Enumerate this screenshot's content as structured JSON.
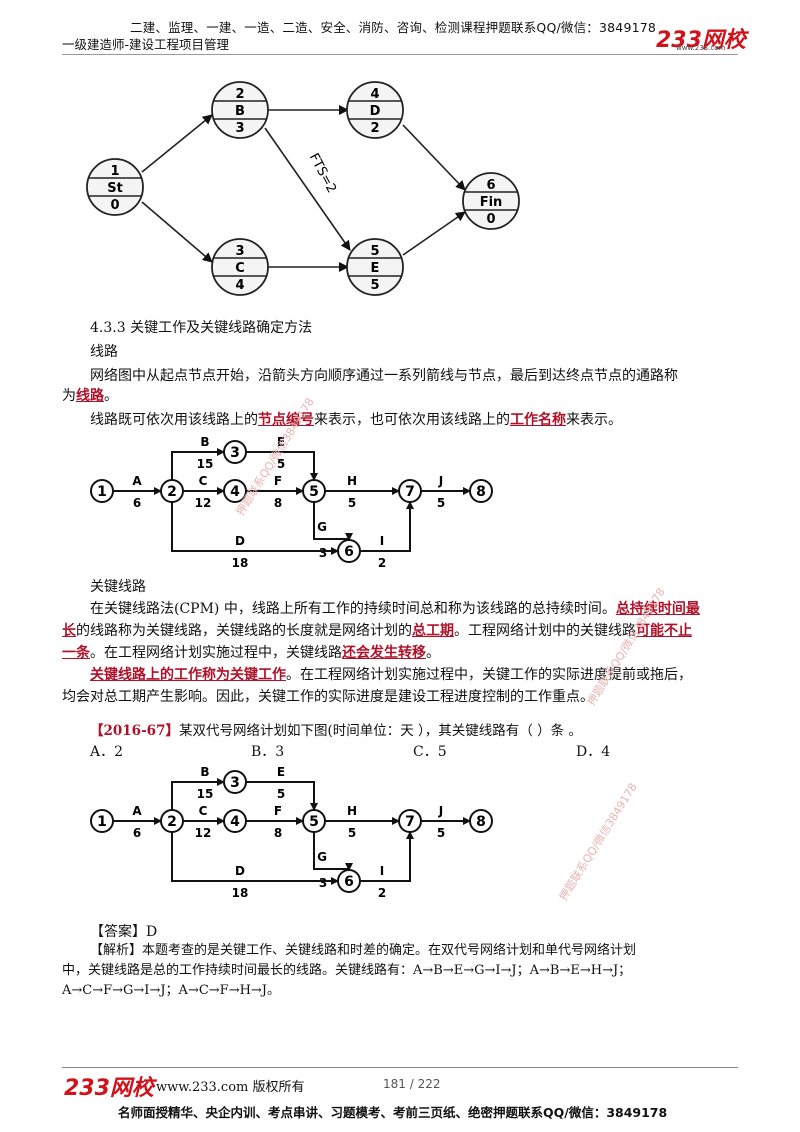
{
  "header": {
    "top_line": "二建、监理、一建、一造、二造、安全、消防、咨询、检测课程押题联系QQ/微信：3849178",
    "subtitle": "一级建造师-建设工程项目管理",
    "logo": "233网校",
    "logo_url": "www.233.com"
  },
  "diagram1": {
    "nodes": [
      {
        "top": "1",
        "label": "St",
        "bottom": "0"
      },
      {
        "top": "2",
        "label": "B",
        "bottom": "3"
      },
      {
        "top": "3",
        "label": "C",
        "bottom": "4"
      },
      {
        "top": "4",
        "label": "D",
        "bottom": "2"
      },
      {
        "top": "5",
        "label": "E",
        "bottom": "5"
      },
      {
        "top": "6",
        "label": "Fin",
        "bottom": "0"
      }
    ],
    "link_label": "FTS=2"
  },
  "section": {
    "heading": "4.3.3 关键工作及关键线路确定方法",
    "sub1": "线路",
    "p1_a": "网络图中从起点节点开始，沿箭头方向顺序通过一系列箭线与节点，最后到达终点节点的通路称",
    "p1_b": "为",
    "p1_red": "线路",
    "p1_c": "。",
    "p2_a": "线路既可依次用该线路上的",
    "p2_red1": "节点编号",
    "p2_b": "来表示，也可依次用该线路上的",
    "p2_red2": "工作名称",
    "p2_c": "来表示。",
    "sub2": "关键线路",
    "p3_a": "在关键线路法(CPM) 中，线路上所有工作的持续时间总和称为该线路的总持续时间。",
    "p3_red1": "总持续时间最",
    "p3_red1b": "长",
    "p3_b": "的线路称为关键线路，关键线路的长度就是网络计划的",
    "p3_red2": "总工期",
    "p3_c": "。工程网络计划中的关键线路",
    "p3_red3": "可能不止",
    "p3_red3b": "一条",
    "p3_d": "。在工程网络计划实施过程中，关键线路",
    "p3_red4": "还会发生转移",
    "p3_e": "。",
    "p4_red": "关键线路上的工作称为关键工作",
    "p4_a": "。在工程网络计划实施过程中，关键工作的实际进度提前或拖后，",
    "p4_b": "均会对总工期产生影响。因此，关键工作的实际进度是建设工程进度控制的工作重点。"
  },
  "network": {
    "nodes": [
      "1",
      "2",
      "3",
      "4",
      "5",
      "6",
      "7",
      "8"
    ],
    "activities": [
      {
        "name": "A",
        "dur": "6"
      },
      {
        "name": "B",
        "dur": "15"
      },
      {
        "name": "C",
        "dur": "12"
      },
      {
        "name": "D",
        "dur": "18"
      },
      {
        "name": "E",
        "dur": "5"
      },
      {
        "name": "F",
        "dur": "8"
      },
      {
        "name": "G",
        "dur": "3"
      },
      {
        "name": "H",
        "dur": "5"
      },
      {
        "name": "I",
        "dur": "2"
      },
      {
        "name": "J",
        "dur": "5"
      }
    ]
  },
  "question": {
    "tag": "【2016-67】",
    "text": "某双代号网络计划如下图(时间单位：天 ），其关键线路有（    ）条 。",
    "options": [
      "A．2",
      "B．3",
      "C．5",
      "D．4"
    ],
    "answer": "【答案】D",
    "analysis_1": "【解析】本题考查的是关键工作、关键线路和时差的确定。在双代号网络计划和单代号网络计划",
    "analysis_2": "中，关键线路是总的工作持续时间最长的线路。关键线路有：A→B→E→G→I→J；A→B→E→H→J；",
    "analysis_3": "A→C→F→G→I→J；A→C→F→H→J。"
  },
  "footer": {
    "logo": "233网校",
    "url": "www.233.com 版权所有",
    "page": "181 / 222",
    "bottom_line": "名师面授精华、央企内训、考点串讲、习题模考、考前三页纸、绝密押题联系QQ/微信：3849178"
  },
  "watermark": "押题联系QQ/微信3849178",
  "colors": {
    "accent_red": "#b0122a",
    "logo_red": "#d0121b"
  }
}
